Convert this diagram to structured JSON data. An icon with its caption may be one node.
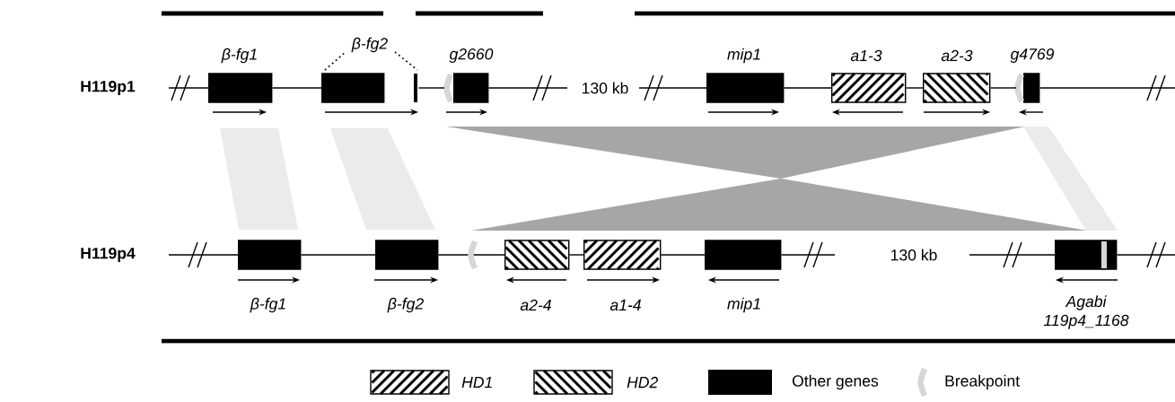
{
  "diagram": {
    "nodes": [
      {
        "text": [
          "β-fg1"
        ]
      },
      {
        "text": [
          "β-fg2"
        ]
      },
      {
        "text": [
          "g2660"
        ]
      },
      {
        "text": [
          "mip1"
        ]
      },
      {
        "text": [
          "a1-3"
        ]
      },
      {
        "text": [
          "a2-3"
        ]
      },
      {
        "text": [
          "g4769"
        ]
      },
      {
        "text": [
          "β-fg1"
        ]
      },
      {
        "text": [
          "β-fg2"
        ]
      },
      {
        "text": [
          "a2-4"
        ]
      },
      {
        "text": [
          "a1-4"
        ]
      },
      {
        "text": [
          "mip1"
        ]
      },
      {
        "text": [
          "Agabi 119p4_1168"
        ]
      }
    ],
    "edges": [
      {
        "from": null,
        "to": 0,
        "arrow": "none"
      },
      {
        "from": 0,
        "to": 1,
        "arrow": "none"
      },
      {
        "from": 1,
        "to": 2,
        "arrow": "none"
      },
      {
        "from": 2,
        "to": null,
        "arrow": "none"
      },
      {
        "from": null,
        "to": 3,
        "arrow": "none"
      },
      {
        "from": 3,
        "to": 4,
        "arrow": "none"
      },
      {
        "from": 4,
        "to": 5,
        "arrow": "none"
      },
      {
        "from": 5,
        "to": 6,
        "arrow": "none"
      },
      {
        "from": 6,
        "to": null,
        "arrow": "none"
      },
      {
        "from": null,
        "to": 7,
        "arrow": "none"
      },
      {
        "from": 7,
        "to": 8,
        "arrow": "none"
      },
      {
        "from": 8,
        "to": 9,
        "arrow": "none"
      },
      {
        "from": 9,
        "to": 10,
        "arrow": "none"
      },
      {
        "from": 10,
        "to": 11,
        "arrow": "none"
      },
      {
        "from": 11,
        "to": null,
        "arrow": "none"
      },
      {
        "from": null,
        "to": 12,
        "arrow": "none"
      },
      {
        "from": 12,
        "to": null,
        "arrow": "none"
      }
    ],
    "labels": [
      "H119p1",
      "130 kb",
      "H119p4",
      "130 kb"
    ],
    "legend": [
      {
        "text": "HD1"
      },
      {
        "text": "HD2"
      },
      {
        "text": "Other genes",
        "color": "#000000"
      },
      {
        "text": "Breakpoint"
      }
    ]
  }
}
